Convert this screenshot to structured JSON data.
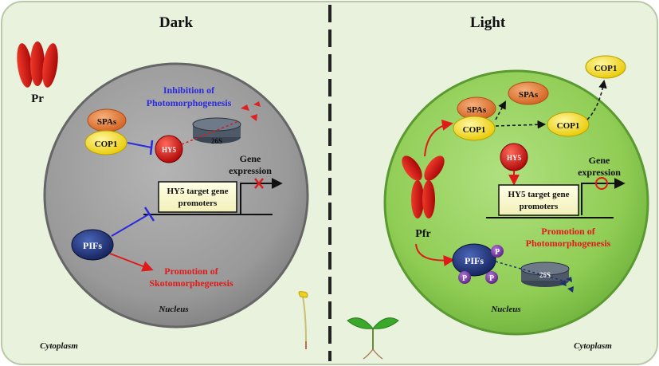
{
  "panels": {
    "dark": {
      "title": "Dark"
    },
    "light": {
      "title": "Light"
    }
  },
  "dark": {
    "pr_label": "Pr",
    "spas": "SPAs",
    "cop1": "COP1",
    "hy5": "HY5",
    "proteasome": "26S",
    "inhibition_line1": "Inhibition  of",
    "inhibition_line2": "Photomorphogenesis",
    "gene_line1": "Gene",
    "gene_line2": "expression",
    "promoter_line1": "HY5 target gene",
    "promoter_line2": "promoters",
    "pifs": "PIFs",
    "promotion_line1": "Promotion of",
    "promotion_line2": "Skotomorphegenesis",
    "nucleus": "Nucleus",
    "cytoplasm": "Cytoplasm"
  },
  "light": {
    "cop1_top": "COP1",
    "spas": "SPAs",
    "cop1_complex": "COP1",
    "cop1_mid": "COP1",
    "hy5": "HY5",
    "gene_line1": "Gene",
    "gene_line2": "expression",
    "promoter_line1": "HY5 target gene",
    "promoter_line2": "promoters",
    "pfr_label": "Pfr",
    "promotion_line1": "Promotion of",
    "promotion_line2": "Photomorphogenesis",
    "pifs": "PIFs",
    "phospho": "P",
    "proteasome": "26S",
    "nucleus": "Nucleus",
    "cytoplasm": "Cytoplasm"
  },
  "colors": {
    "background": "#e8f2dd",
    "nucleus_dark": "#9c9c9c",
    "nucleus_light": "#92cf55",
    "spas": "#e07a3a",
    "cop1": "#ffe81a",
    "hy5": "#d01010",
    "pifs": "#1e3070",
    "phospho": "#7a3aa0",
    "inhibition_text": "#2a2ae0",
    "promotion_text": "#e01a1a"
  }
}
